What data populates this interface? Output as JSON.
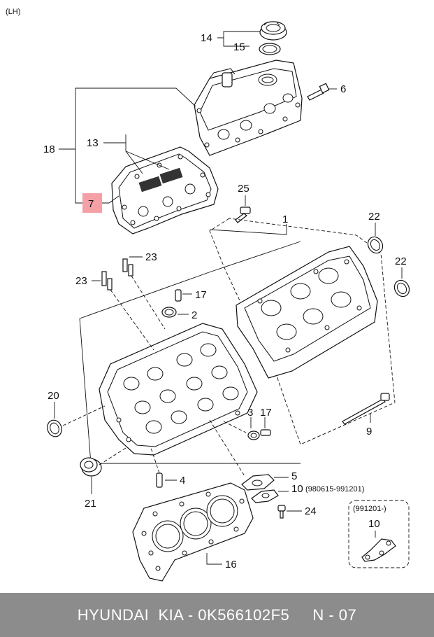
{
  "diagram": {
    "side_label": "(LH)",
    "callouts": {
      "c1": "1",
      "c2": "2",
      "c3": "3",
      "c4": "4",
      "c5": "5",
      "c6": "6",
      "c7": "7",
      "c9": "9",
      "c10a": "10",
      "c10b": "10",
      "c13": "13",
      "c14": "14",
      "c15": "15",
      "c16": "16",
      "c17a": "17",
      "c17b": "17",
      "c18": "18",
      "c20": "20",
      "c21": "21",
      "c22a": "22",
      "c22b": "22",
      "c23a": "23",
      "c23b": "23",
      "c24": "24",
      "c25": "25"
    },
    "date_range_1": "(980615-991201)",
    "inset_label": "(991201-)",
    "highlight_color": "#f4a0a6"
  },
  "footer": {
    "text": "HYUNDAI  KIA - 0K566102F5     N - 07"
  }
}
